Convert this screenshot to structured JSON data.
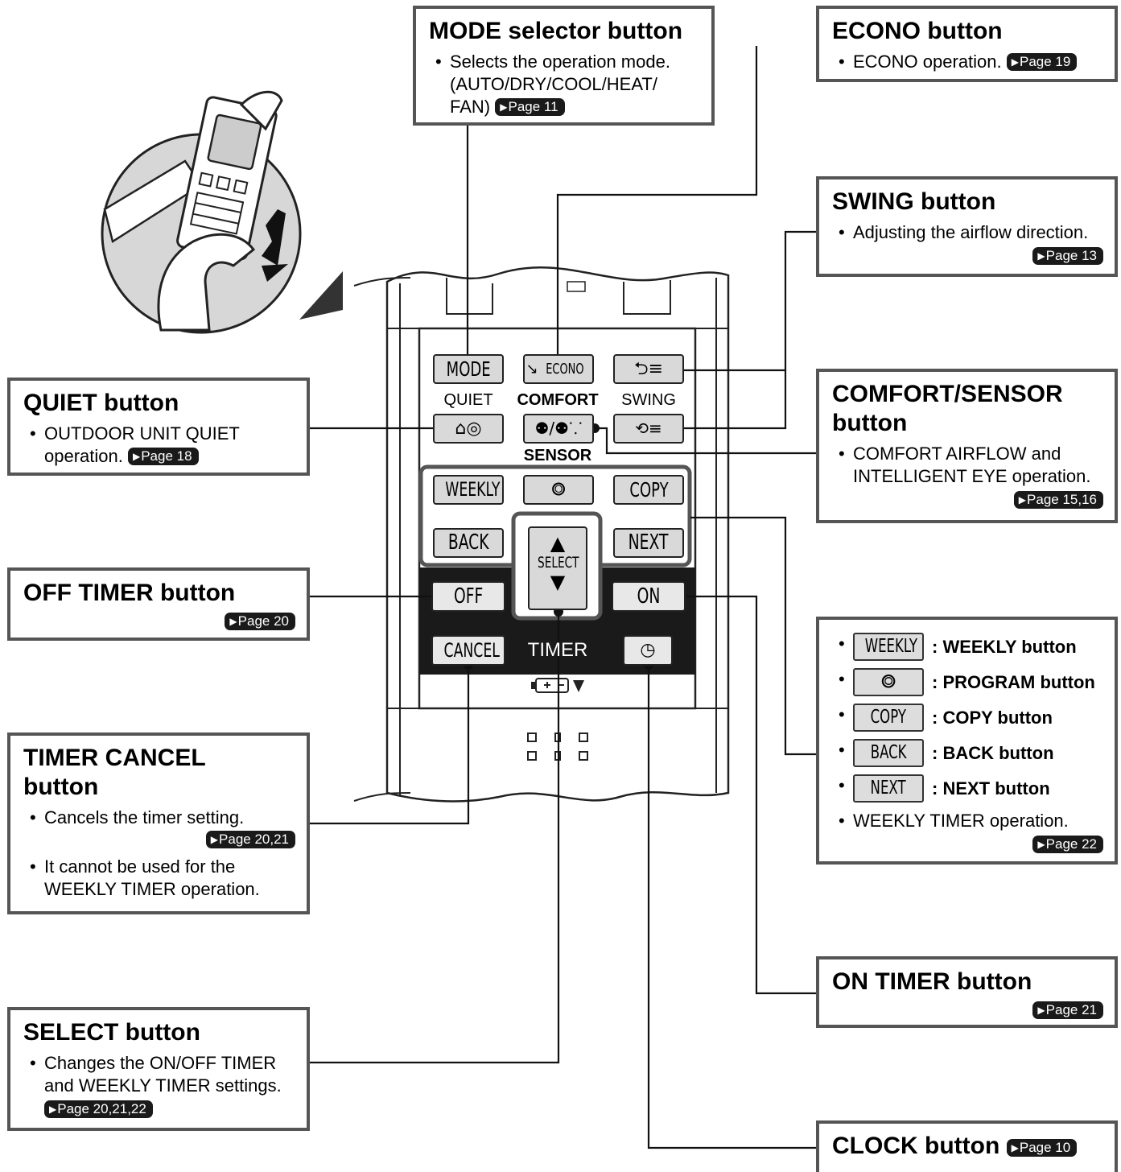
{
  "callouts": {
    "mode": {
      "title": "MODE selector button",
      "bullet": "Selects the operation mode. (AUTO/DRY/COOL/HEAT/ FAN)",
      "page": "Page 11"
    },
    "econo": {
      "title": "ECONO button",
      "bullet": "ECONO operation.",
      "page": "Page 19"
    },
    "swing": {
      "title": "SWING button",
      "bullet": "Adjusting the airflow direction.",
      "page": "Page 13"
    },
    "comfort_sensor": {
      "title": "COMFORT/SENSOR\nbutton",
      "bullet": "COMFORT AIRFLOW and INTELLIGENT EYE operation.",
      "page": "Page 15,16"
    },
    "quiet": {
      "title": "QUIET button",
      "bullet": "OUTDOOR UNIT QUIET operation.",
      "page": "Page 18"
    },
    "off_timer": {
      "title": "OFF TIMER button",
      "page": "Page 20"
    },
    "timer_cancel": {
      "title": "TIMER CANCEL\nbutton",
      "bullet1": "Cancels the timer setting.",
      "page": "Page 20,21",
      "bullet2": "It cannot be used for the WEEKLY TIMER operation."
    },
    "select": {
      "title": "SELECT button",
      "bullet": "Changes the ON/OFF TIMER and WEEKLY TIMER settings.",
      "page": "Page 20,21,22"
    },
    "weekly_group": {
      "items": [
        {
          "key": "WEEKLY",
          "name": ": WEEKLY button"
        },
        {
          "key": "⭗",
          "name": ": PROGRAM button"
        },
        {
          "key": "COPY",
          "name": ": COPY button"
        },
        {
          "key": "BACK",
          "name": ": BACK button"
        },
        {
          "key": "NEXT",
          "name": ": NEXT button"
        }
      ],
      "bullet": "WEEKLY TIMER operation.",
      "page": "Page 22"
    },
    "on_timer": {
      "title": "ON TIMER button",
      "page": "Page 21"
    },
    "clock": {
      "title": "CLOCK button",
      "page": "Page 10"
    }
  },
  "remote": {
    "mode": "MODE",
    "econo": "ECONO",
    "quiet_label": "QUIET",
    "comfort_label": "COMFORT",
    "swing_label": "SWING",
    "sensor_label": "SENSOR",
    "weekly": "WEEKLY",
    "copy": "COPY",
    "back": "BACK",
    "next": "NEXT",
    "select": "SELECT",
    "off": "OFF",
    "on": "ON",
    "cancel": "CANCEL",
    "timer": "TIMER"
  },
  "colors": {
    "frame": "#555555",
    "timer_band": "#1a1a1a",
    "button_fill": "#d9d9d9"
  }
}
